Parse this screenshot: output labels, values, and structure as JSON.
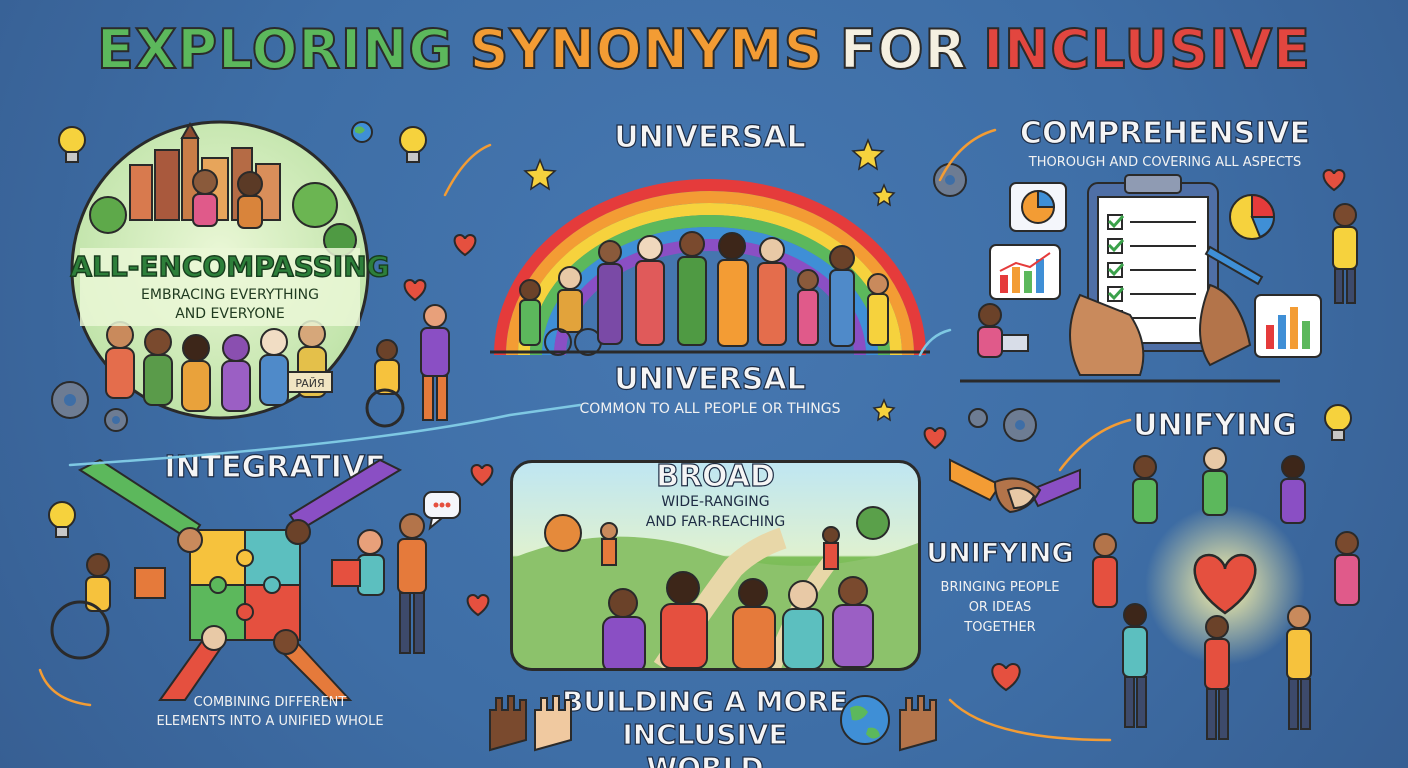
{
  "title": {
    "part1": "EXPLORING",
    "part2": "SYNONYMS",
    "part3": "FOR",
    "part4": "INCLUSIVE",
    "colors": [
      "#5cb85c",
      "#f39c34",
      "#f5f0e1",
      "#e2463f"
    ]
  },
  "all_encompassing": {
    "heading": "ALL-ENCOMPASSING",
    "desc_line1": "EMBRACING EVERYTHING",
    "desc_line2": "AND EVERYONE",
    "sign_text": "PAЙЯ"
  },
  "universal_top": {
    "heading": "UNIVERSAL"
  },
  "universal_bottom": {
    "heading": "UNIVERSAL",
    "desc": "COMMON TO ALL PEOPLE OR THINGS"
  },
  "comprehensive": {
    "heading": "COMPREHENSIVE",
    "desc": "THOROUGH AND COVERING ALL ASPECTS"
  },
  "integrative": {
    "heading": "INTEGRATIVE",
    "desc_line1": "COMBINING DIFFERENT",
    "desc_line2": "ELEMENTS INTO A UNIFIED WHOLE"
  },
  "broad": {
    "heading": "BROAD",
    "desc_line1": "WIDE-RANGING",
    "desc_line2": "AND FAR-REACHING"
  },
  "unifying_top": {
    "heading": "UNIFYING"
  },
  "unifying_mid": {
    "heading": "UNIFYING",
    "desc_line1": "BRINGING PEOPLE",
    "desc_line2": "OR IDEAS",
    "desc_line3": "TOGETHER"
  },
  "footer": {
    "line1": "BUILDING A MORE",
    "line2": "INCLUSIVE WORLD"
  },
  "icons": [
    "lightbulb-icon",
    "gear-icon",
    "heart-icon",
    "star-icon",
    "globe-icon",
    "puzzle-icon",
    "handshake-icon",
    "hand-icon",
    "chat-bubble-icon",
    "clipboard-icon",
    "rainbow-icon"
  ]
}
